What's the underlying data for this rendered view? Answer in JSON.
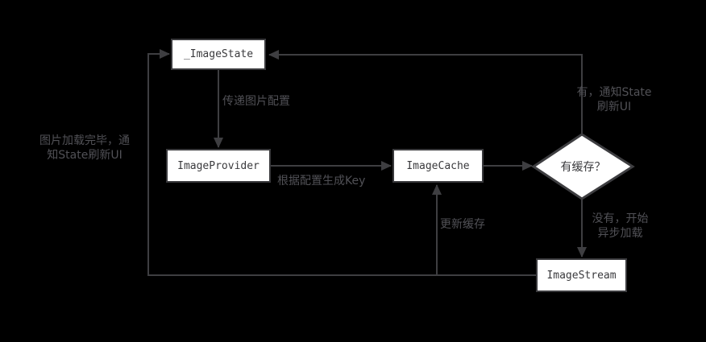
{
  "colors": {
    "background": "#000000",
    "node_fill": "#ffffff",
    "node_border": "#3a3a3d",
    "node_text": "#3a3a3d",
    "connector": "#3e3e41",
    "edge_label_text": "#515156"
  },
  "nodes": {
    "image_state": {
      "label": "_ImageState"
    },
    "image_provider": {
      "label": "ImageProvider"
    },
    "image_cache": {
      "label": "ImageCache"
    },
    "has_cache_decision": {
      "label": "有缓存？"
    },
    "image_stream": {
      "label": "ImageStream"
    }
  },
  "edge_labels": {
    "pass_config": "传递图片配置",
    "generate_key": "根据配置生成Key",
    "yes_notify": "有，通知State\n刷新UI",
    "no_start_async": "没有，开始\n异步加载",
    "update_cache": "更新缓存",
    "loaded_notify": "图片加载完毕，通\n知State刷新UI"
  }
}
